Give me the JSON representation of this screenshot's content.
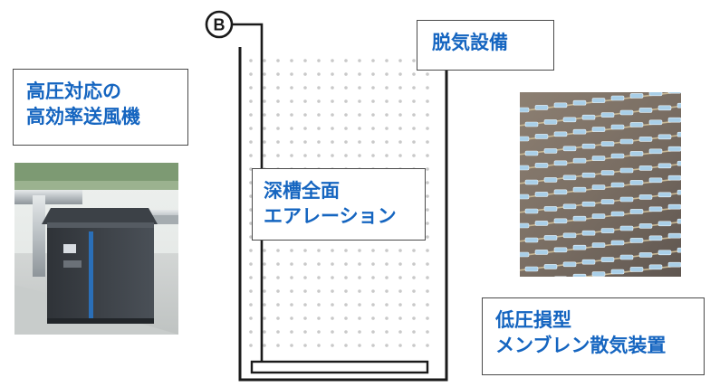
{
  "marker": {
    "label": "B"
  },
  "labels": {
    "degassing": "脱気設備",
    "blower_line1": "高圧対応の",
    "blower_line2": "高効率送風機",
    "aeration_line1": "深槽全面",
    "aeration_line2": "エアレーション",
    "diffuser_line1": "低圧損型",
    "diffuser_line2": "メンブレン散気装置"
  },
  "colors": {
    "label_text": "#1565c0",
    "tank_line": "#1a1a1a",
    "dots": "#c9c9c9"
  },
  "images": {
    "blower_photo": "blower-photo",
    "diffuser_photo": "membrane-diffuser-photo"
  }
}
